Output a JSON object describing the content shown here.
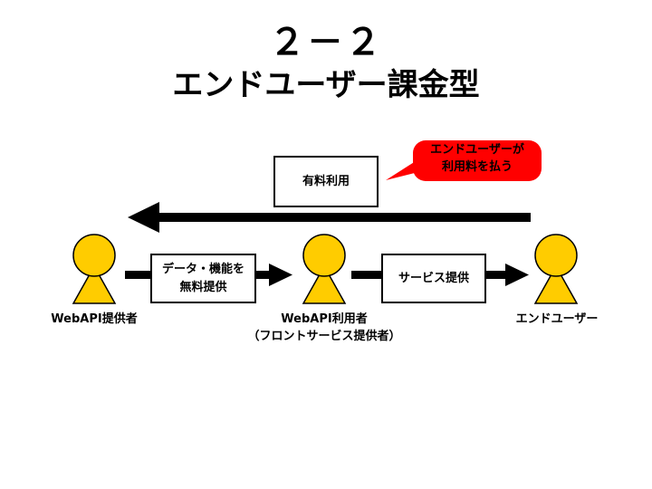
{
  "slide": {
    "number": "２－２",
    "title": "エンドユーザー課金型"
  },
  "callout": {
    "text": "エンドユーザーが\n利用料を払う",
    "fill": "#ff0000"
  },
  "boxes": {
    "fee": "有料利用",
    "free_data": "データ・機能を\n無料提供",
    "service": "サービス提供"
  },
  "actors": [
    {
      "label": "WebAPI提供者"
    },
    {
      "label": "WebAPI利用者\n（フロントサービス提供者）"
    },
    {
      "label": "エンドユーザー"
    }
  ],
  "colors": {
    "actor_fill": "#ffcc00",
    "arrow": "#000000"
  }
}
